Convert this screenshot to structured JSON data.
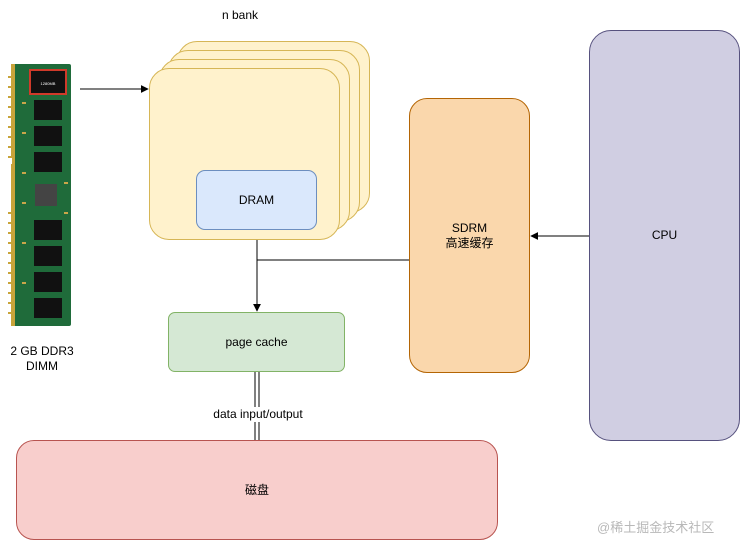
{
  "title": "n bank",
  "dimm": {
    "caption_line1": "2 GB DDR3",
    "caption_line2": "DIMM",
    "chip_label": "1280MB"
  },
  "dram": {
    "label": "DRAM"
  },
  "page_cache": {
    "label": "page cache"
  },
  "sdrm": {
    "label_line1": "SDRM",
    "label_line2": "高速缓存"
  },
  "cpu": {
    "label": "CPU"
  },
  "disk": {
    "label": "磁盘"
  },
  "io_label": "data input/output",
  "watermark": "@稀土掘金技术社区",
  "colors": {
    "bank_fill": "#fff2cc",
    "dram_fill": "#dae8fc",
    "cache_fill": "#d5e8d4",
    "sdrm_fill": "#fad7ac",
    "cpu_fill": "#d0cee2",
    "disk_fill": "#f8cecc",
    "pcb_green": "#1f6b3a"
  }
}
